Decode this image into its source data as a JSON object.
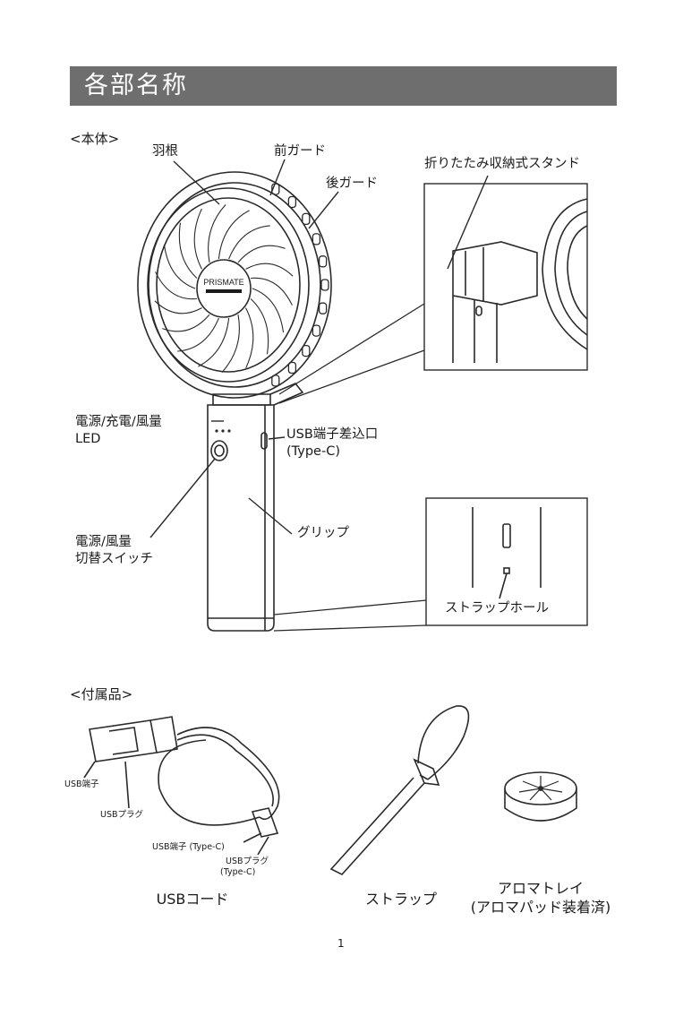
{
  "header": {
    "title": "各部名称"
  },
  "body_section": {
    "heading": "<本体>",
    "labels": {
      "blades": "羽根",
      "front_guard": "前ガード",
      "rear_guard": "後ガード",
      "stand": "折りたたみ収納式スタンド",
      "led_line1": "電源/充電/風量",
      "led_line2": "LED",
      "usb_port_line1": "USB端子差込口",
      "usb_port_line2": "(Type-C)",
      "switch_line1": "電源/風量",
      "switch_line2": "切替スイッチ",
      "grip": "グリップ",
      "strap_hole": "ストラップホール"
    },
    "logo_text": "PRISMATE"
  },
  "accessories_section": {
    "heading": "<付属品>",
    "cable_labels": {
      "usb_terminal": "USB端子",
      "usb_plug": "USBプラグ",
      "usb_terminal_typec": "USB端子 (Type-C)",
      "usb_plug_typec_line1": "USBプラグ",
      "usb_plug_typec_line2": "(Type-C)"
    },
    "items": {
      "usb_cord": "USBコード",
      "strap": "ストラップ",
      "aroma_line1": "アロマトレイ",
      "aroma_line2": "(アロマパッド装着済)"
    }
  },
  "page": {
    "number": "1"
  }
}
